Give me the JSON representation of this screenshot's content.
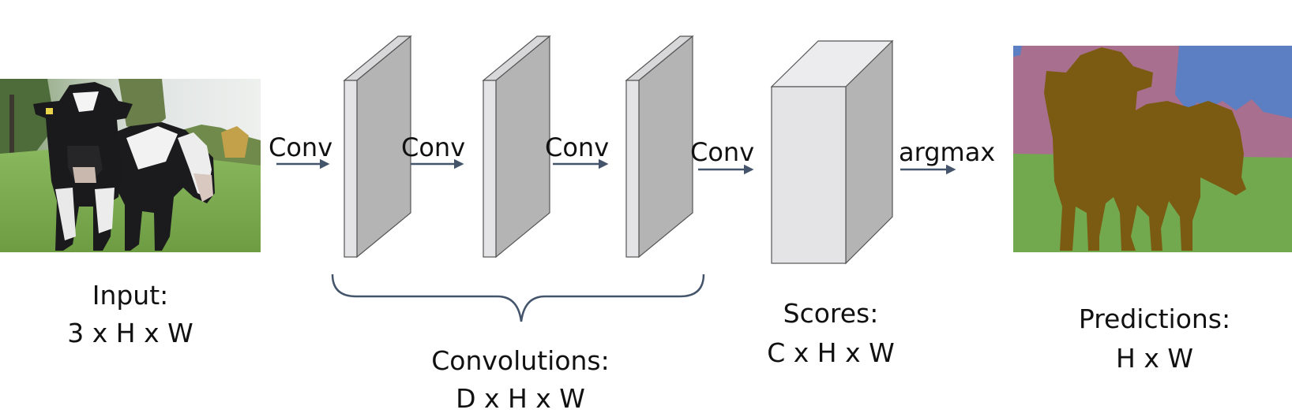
{
  "operations": {
    "conv_1": "Conv",
    "conv_2": "Conv",
    "conv_3": "Conv",
    "conv_4": "Conv",
    "argmax": "argmax"
  },
  "labels": {
    "input_title": "Input:",
    "input_dims": "3 x H x W",
    "convolutions_title": "Convolutions:",
    "convolutions_dims": "D x H x W",
    "scores_title": "Scores:",
    "scores_dims": "C x H x W",
    "predictions_title": "Predictions:",
    "predictions_dims": "H x W"
  },
  "colors": {
    "arrow": "#44546a",
    "brace": "#44546a",
    "box_front": "#e4e4e6",
    "box_side": "#b4b4b4",
    "box_edge": "#555555",
    "sky_class": "#5b7fc2",
    "background_class": "#a8708e",
    "grass_class": "#72a94f",
    "cow_class": "#7b5a12"
  },
  "images": {
    "input": "photo of two black-and-white cows on grass",
    "predictions": "semantic segmentation map of cows, grass, trees and sky"
  }
}
